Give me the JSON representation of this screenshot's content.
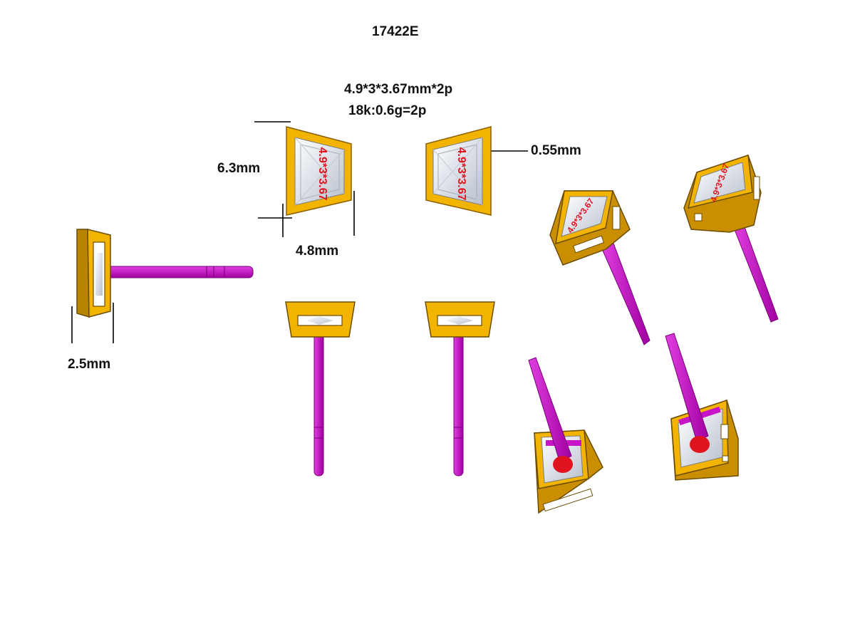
{
  "title": "17422E",
  "specs": {
    "size": "4.9*3*3.67mm*2p",
    "weight": "18k:0.6g=2p"
  },
  "dimensions": {
    "height": "6.3mm",
    "width": "4.8mm",
    "thickness": "2.5mm",
    "bezel": "0.55mm"
  },
  "stone_engraving": "4.9*3*3.67",
  "colors": {
    "gold": "#f2b400",
    "gold_dark": "#b98400",
    "post": "#c814c8",
    "post_dark": "#8a008a",
    "engraving": "#e0141e",
    "stone": "#eef0f4"
  }
}
